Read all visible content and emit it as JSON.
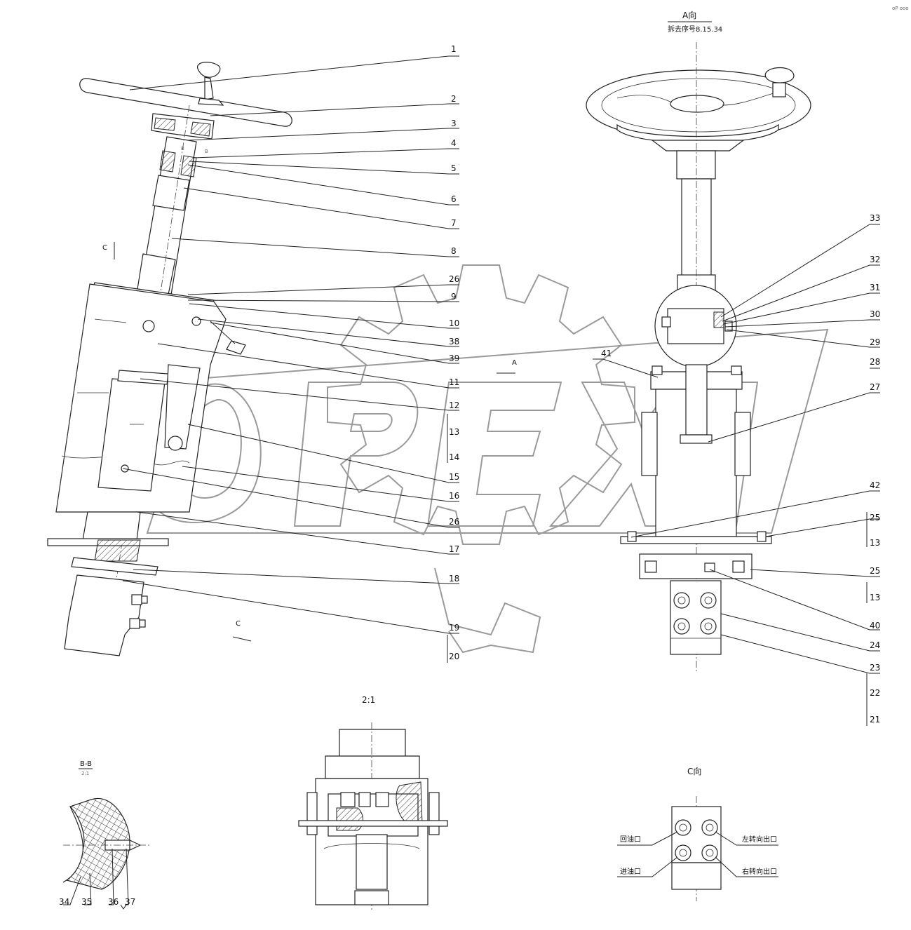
{
  "sheet": {
    "corner_mark": "oP ooo"
  },
  "view_a": {
    "title": "A向",
    "note": "拆去序号8.15.34"
  },
  "view_a_marker": "A",
  "view_c_markers": [
    "C",
    "C"
  ],
  "section_b": {
    "title": "B-B",
    "scale": "2:1"
  },
  "detail": {
    "scale": "2:1"
  },
  "view_c": {
    "title": "C向",
    "ports": [
      "回油口",
      "进油口",
      "左转向出口",
      "右转向出口"
    ]
  },
  "b_marks": [
    "B",
    "B"
  ],
  "watermark": {
    "text": "OPEX"
  },
  "callouts_left": [
    "1",
    "2",
    "3",
    "4",
    "5",
    "6",
    "7",
    "8",
    "26",
    "9",
    "10",
    "38",
    "39",
    "11",
    "12",
    "13",
    "14",
    "15",
    "16",
    "26",
    "17",
    "18",
    "19",
    "20"
  ],
  "callouts_right": [
    "33",
    "32",
    "31",
    "30",
    "29",
    "41",
    "28",
    "27",
    "42",
    "25",
    "13",
    "25",
    "13",
    "40",
    "24",
    "23",
    "22",
    "21"
  ],
  "callouts_bottom": [
    "34",
    "35",
    "36",
    "37"
  ]
}
